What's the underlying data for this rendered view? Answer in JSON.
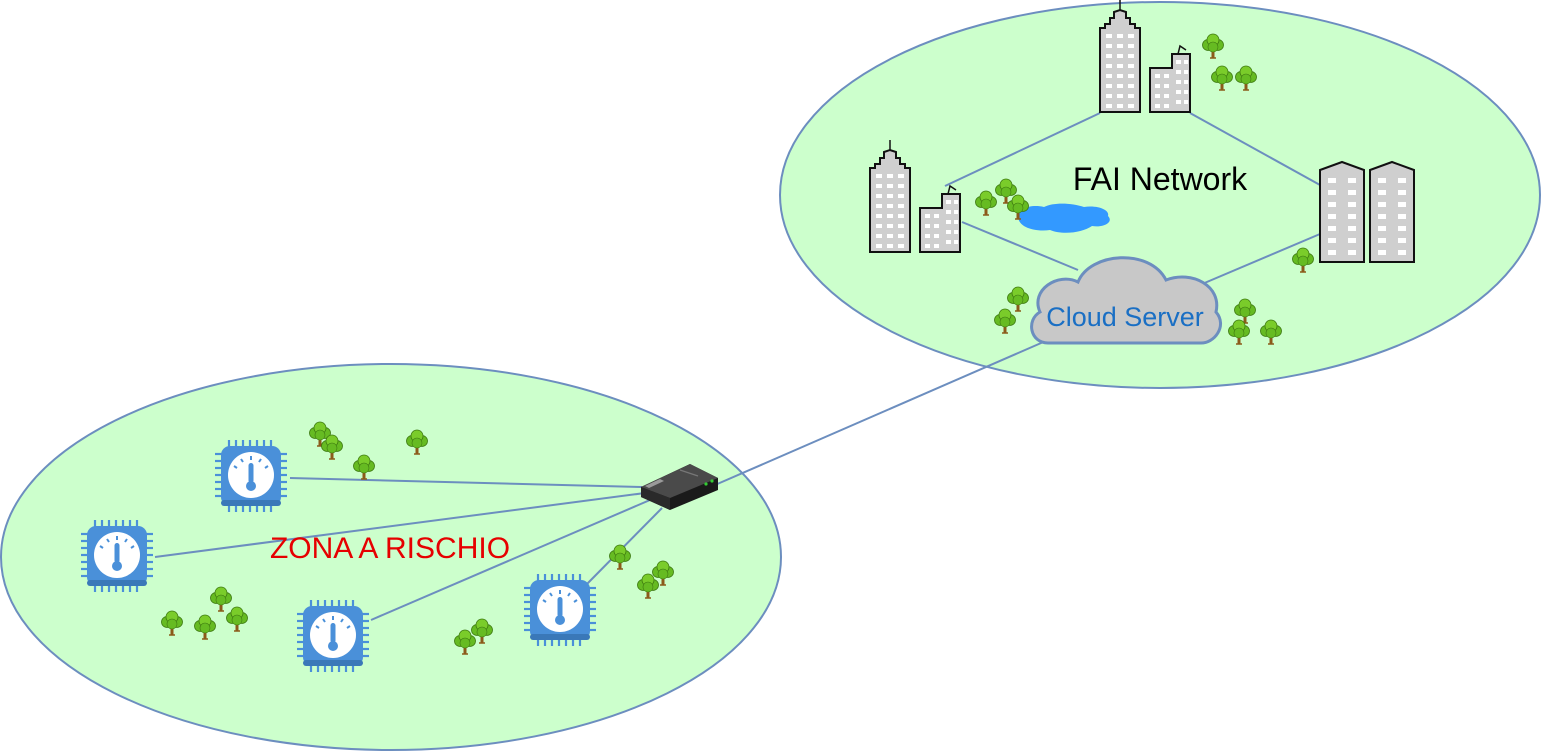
{
  "labels": {
    "fai_network": "FAI Network",
    "cloud_server": "Cloud Server",
    "risk_zone": "ZONA A RISCHIO"
  },
  "colors": {
    "zone_fill": "#ccffcc",
    "zone_stroke": "#6c8ebf",
    "link": "#6c8ebf",
    "sensor": "#4a90d9",
    "cloud_fill": "#c8c8c8",
    "cloud_stroke": "#6c8ebf",
    "cloud_text": "#1a6fc4",
    "risk_text": "#e60000",
    "lake": "#3399ff",
    "tree": "#66bb22"
  },
  "icons": [
    "building-icon",
    "tree-icon",
    "lake-icon",
    "cloud-icon",
    "router-icon",
    "temperature-sensor-icon"
  ]
}
